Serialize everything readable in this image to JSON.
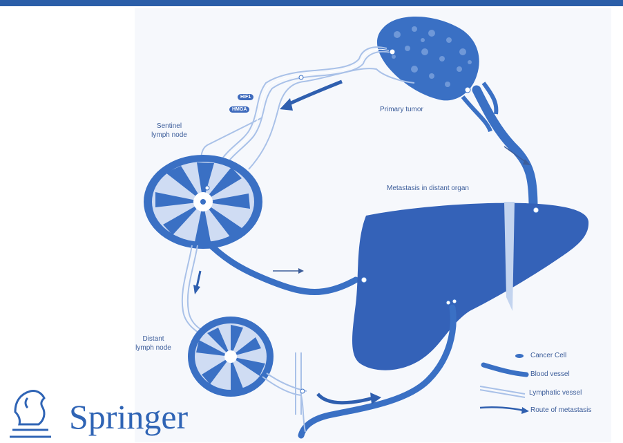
{
  "labels": {
    "primary_tumor": "Primary tumor",
    "sentinel_node_line1": "Sentinel",
    "sentinel_node_line2": "lymph node",
    "metastasis": "Metastasis in distant organ",
    "distant_node_line1": "Distant",
    "distant_node_line2": "lymph node",
    "badge_1": "HIF1",
    "badge_2": "HMGA"
  },
  "legend": {
    "cancer_cell": "Cancer Cell",
    "blood_vessel": "Blood vessel",
    "lymphatic_vessel": "Lymphatic vessel",
    "route": "Route of metastasis"
  },
  "brand": {
    "name": "Springer"
  },
  "colors": {
    "primary": "#3a70c4",
    "organ": "#3462b8",
    "light": "#a9c1e8",
    "pale": "#e4ecf8",
    "text": "#3c5d9a",
    "top_bar": "#2b5ea8"
  }
}
